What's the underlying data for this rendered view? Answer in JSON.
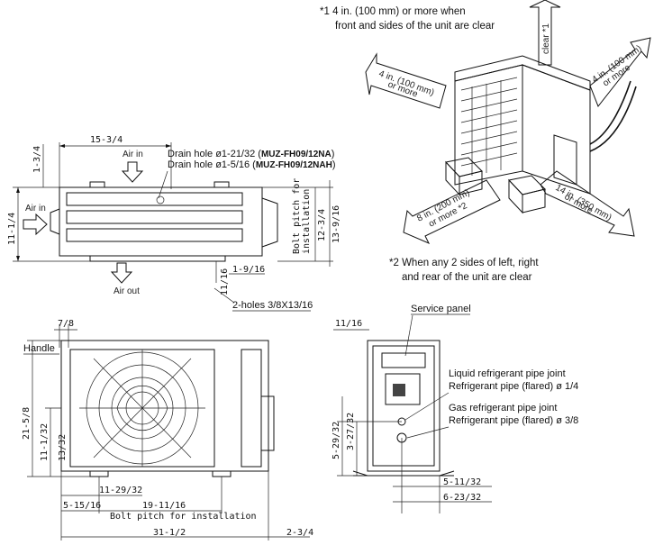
{
  "notes": {
    "note1_line1": "*1 4 in. (100 mm) or more when",
    "note1_line2": "front and sides of the unit are clear",
    "note2_line1": "*2 When any 2 sides of left, right",
    "note2_line2": "and rear of the unit are clear",
    "clear_label": "clear *1"
  },
  "clearance_arrows": {
    "left": [
      "4 in. (100 mm)",
      "or more"
    ],
    "right": [
      "4 in. (100 mm)",
      "or more"
    ],
    "front_left": [
      "8 in. (200 mm)",
      "or more *2"
    ],
    "front_right": [
      "14 in. (350 mm)",
      "or more"
    ]
  },
  "top_view": {
    "dim_width": "15-3/4",
    "dim_1_3_4": "1-3/4",
    "air_in_top": "Air in",
    "air_in_left": "Air in",
    "air_out": "Air out",
    "drain1_prefix": "Drain hole ø1-21/32 (",
    "drain1_model": "MUZ-FH09/12NA",
    "drain1_suffix": ")",
    "drain2_prefix": "Drain hole ø1-5/16 (",
    "drain2_model": "MUZ-FH09/12NAH",
    "drain2_suffix": ")",
    "dim_11_1_4": "11-1/4",
    "bolt_pitch_line1": "Bolt pitch for",
    "bolt_pitch_line2": "installation",
    "dim_12_3_4": "12-3/4",
    "dim_13_9_16": "13-9/16",
    "dim_1_9_16": "1-9/16",
    "dim_11_16": "11/16",
    "holes": "2-holes 3/8X13/16"
  },
  "front_view": {
    "dim_7_8": "7/8",
    "handle": "Handle",
    "dim_21_5_8": "21-5/8",
    "dim_11_1_32": "11-1/32",
    "dim_13_32": "13/32",
    "dim_11_29_32": "11-29/32",
    "dim_5_15_16": "5-15/16",
    "dim_19_11_16": "19-11/16",
    "bolt_pitch": "Bolt pitch for installation",
    "dim_31_1_2": "31-1/2",
    "dim_2_3_4": "2-3/4"
  },
  "side_view": {
    "service_panel": "Service panel",
    "dim_11_16": "11/16",
    "liquid_line1": "Liquid refrigerant pipe joint",
    "liquid_line2": "Refrigerant pipe (flared) ø 1/4",
    "gas_line1": "Gas refrigerant pipe joint",
    "gas_line2": "Refrigerant pipe (flared) ø 3/8",
    "dim_5_29_32": "5-29/32",
    "dim_3_27_32": "3-27/32",
    "dim_5_11_32": "5-11/32",
    "dim_6_23_32": "6-23/32"
  }
}
